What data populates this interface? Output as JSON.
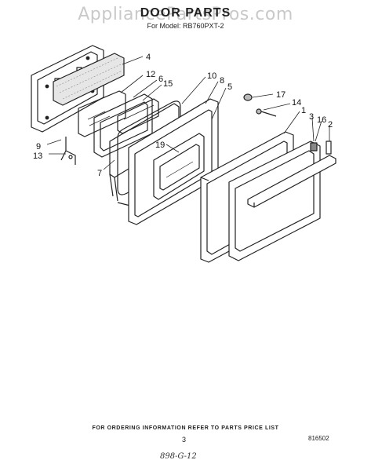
{
  "watermark": "AppliancePartsPros.com",
  "title": "DOOR PARTS",
  "model": "For Model: RB760PXT-2",
  "callouts": [
    "4",
    "12",
    "6",
    "15",
    "10",
    "8",
    "5",
    "17",
    "14",
    "1",
    "3",
    "16",
    "2",
    "9",
    "13",
    "7",
    "19"
  ],
  "footer_note": "FOR ORDERING INFORMATION REFER TO PARTS PRICE LIST",
  "page_number": "3",
  "doc_number": "816502",
  "handwritten_note": "898-G-12"
}
